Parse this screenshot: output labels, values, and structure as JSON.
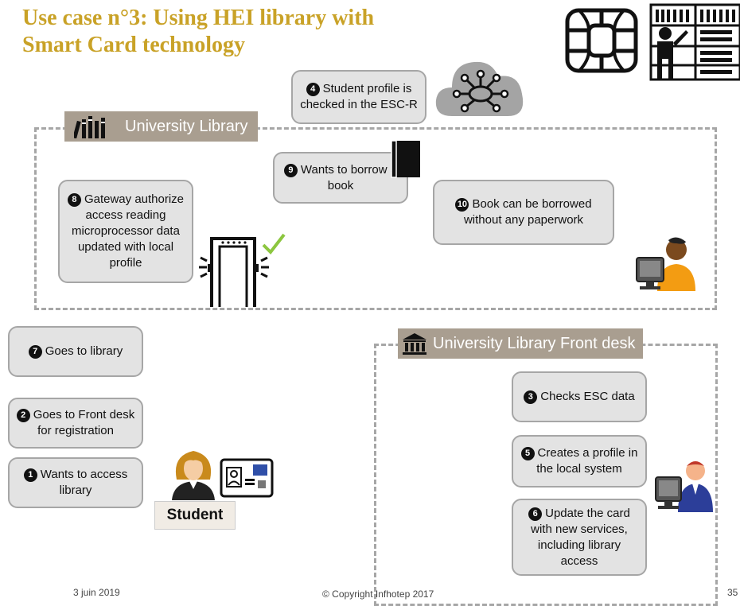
{
  "title": {
    "line1": "Use case n°3: Using HEI library with",
    "line2": "Smart Card technology"
  },
  "sections": {
    "library": "University Library",
    "front_desk": "University Library Front desk"
  },
  "steps": {
    "s1": {
      "num": "1",
      "text": "Wants to access library"
    },
    "s2": {
      "num": "2",
      "text": "Goes to Front desk for registration"
    },
    "s3": {
      "num": "3",
      "text": "Checks  ESC data"
    },
    "s4": {
      "num": "4",
      "text": "Student profile is checked in the ESC-R"
    },
    "s5": {
      "num": "5",
      "text": "Creates  a profile in the local system"
    },
    "s6": {
      "num": "6",
      "text": "Update the card with new services, including library access"
    },
    "s7": {
      "num": "7",
      "text": "Goes to library"
    },
    "s8": {
      "num": "8",
      "text": "Gateway authorize access reading microprocessor data updated with local profile"
    },
    "s9": {
      "num": "9",
      "text": "Wants to borrow a book"
    },
    "s10": {
      "num": "10",
      "text": "Book can be borrowed without any paperwork"
    }
  },
  "student_label": "Student",
  "footer": {
    "date": "3 juin 2019",
    "copyright": "© Copyright Infhotep 2017",
    "page": "35"
  },
  "colors": {
    "title": "#c9a227",
    "box_fill": "#e3e3e3",
    "box_border": "#a6a6a6",
    "header_bar": "#a99e90"
  },
  "icons": [
    "smart-chip-icon",
    "librarian-icon",
    "cloud-network-icon",
    "books-icon",
    "book-icon",
    "security-gate-icon",
    "checkmark-icon",
    "librarian-computer-icon",
    "bank-building-icon",
    "clerk-computer-icon",
    "student-avatar-icon",
    "id-card-icon"
  ]
}
